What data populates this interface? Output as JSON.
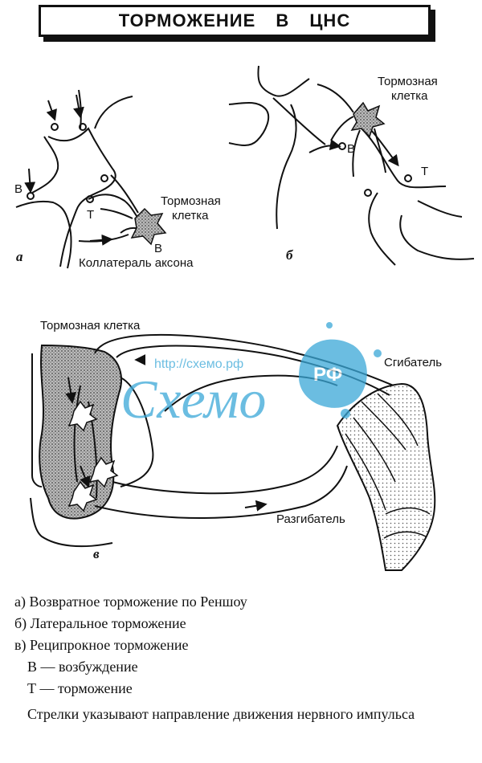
{
  "header": {
    "title": "ТОРМОЖЕНИЕ В ЦНС"
  },
  "panel_a": {
    "letter": "а",
    "inhibitory_cell_line1": "Тормозная",
    "inhibitory_cell_line2": "клетка",
    "label_v_left": "В",
    "label_t": "Т",
    "label_v_cell": "В",
    "collateral": "Коллатераль аксона"
  },
  "panel_b": {
    "letter": "б",
    "inhibitory_cell_line1": "Тормозная",
    "inhibitory_cell_line2": "клетка",
    "label_v": "В",
    "label_t": "Т"
  },
  "panel_c": {
    "letter": "в",
    "inhibitory_cell": "Тормозная клетка",
    "flexor": "Сгибатель",
    "extensor": "Разгибатель"
  },
  "watermark": {
    "url": "http://схемо.рф",
    "word": "Схемо",
    "badge": "РФ",
    "color": "#3aa8d8"
  },
  "legend": {
    "a": "а) Возвратное торможение по Реншоу",
    "b": "б) Латеральное торможение",
    "c": "в) Реципрокное торможение",
    "v": "В — возбуждение",
    "t": "Т — торможение",
    "note": "Стрелки указывают направление движения нервного импульса"
  }
}
